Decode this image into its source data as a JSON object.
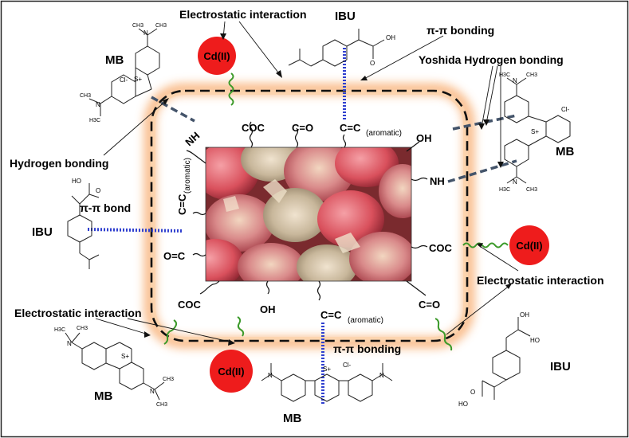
{
  "labels": {
    "electrostatic": "Electrostatic interaction",
    "pi_bonding": "π-π bonding",
    "pi_bond": "π-π bond",
    "yoshida": "Yoshida Hydrogen bonding",
    "hydrogen": "Hydrogen bonding"
  },
  "molecules": {
    "ibu": "IBU",
    "mb": "MB",
    "cd": "Cd(II)"
  },
  "groups": {
    "nh": "NH",
    "coc": "COC",
    "co": "C=O",
    "cc": "C=C",
    "aromatic": "(aromatic)",
    "oh": "OH",
    "oc": "O=C"
  },
  "atoms": {
    "ch3": "CH3",
    "h3c": "H3C",
    "n": "N",
    "s_plus": "S+",
    "cl_minus": "Cl-",
    "oh": "OH",
    "ho": "HO",
    "o": "O"
  },
  "colors": {
    "cd_fill": "#ee1c1c",
    "pi_line": "#2f3fcf",
    "h_line": "#44546a",
    "wave_green": "#3c9a2a",
    "glow": "#f7a05a"
  }
}
